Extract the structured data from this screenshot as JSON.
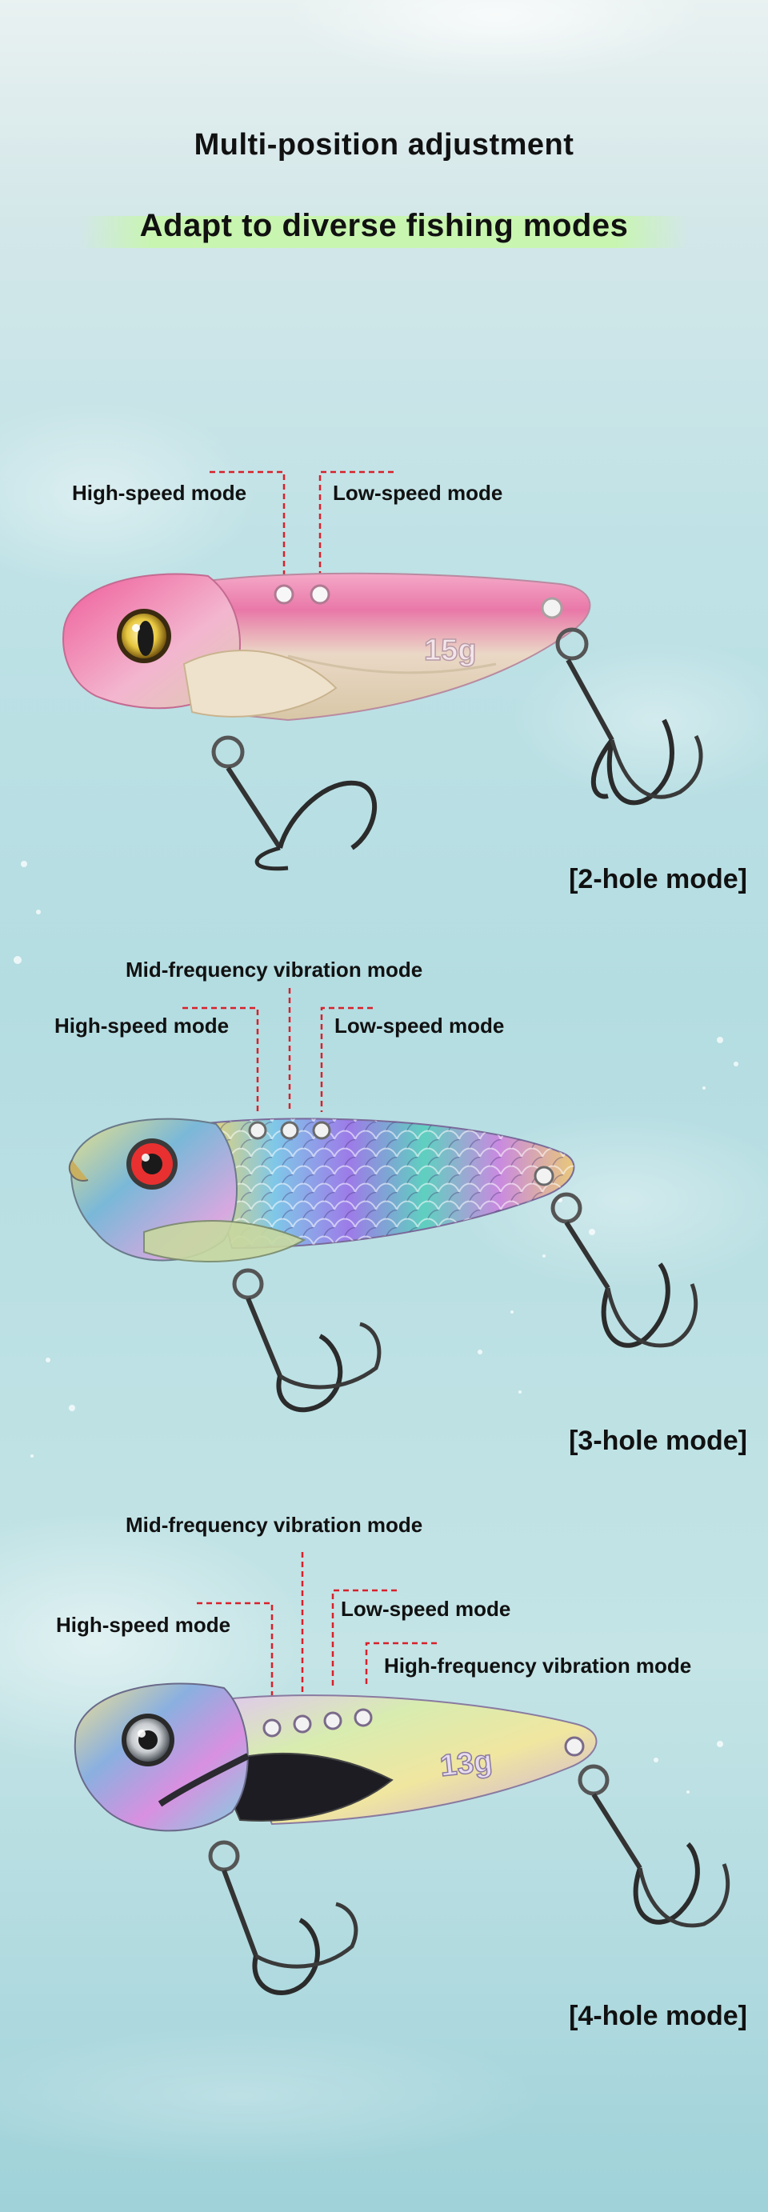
{
  "header": {
    "title": "Multi-position adjustment",
    "subtitle": "Adapt to diverse fishing modes"
  },
  "colors": {
    "accent_highlight": "#c8f5b0",
    "leader_line": "#d8202a",
    "pink_lure": "#e978a8",
    "gold_lure": "#e8dcc0"
  },
  "sections": {
    "two_hole": {
      "label_high": "High-speed mode",
      "label_low": "Low-speed mode",
      "weight": "15g",
      "mode_title": "[2-hole mode]"
    },
    "three_hole": {
      "label_mid": "Mid-frequency vibration mode",
      "label_high": "High-speed mode",
      "label_low": "Low-speed mode",
      "mode_title": "[3-hole mode]"
    },
    "four_hole": {
      "label_mid": "Mid-frequency vibration mode",
      "label_high": "High-speed mode",
      "label_low": "Low-speed mode",
      "label_highfreq": "High-frequency vibration mode",
      "weight": "13g",
      "mode_title": "[4-hole mode]"
    }
  }
}
